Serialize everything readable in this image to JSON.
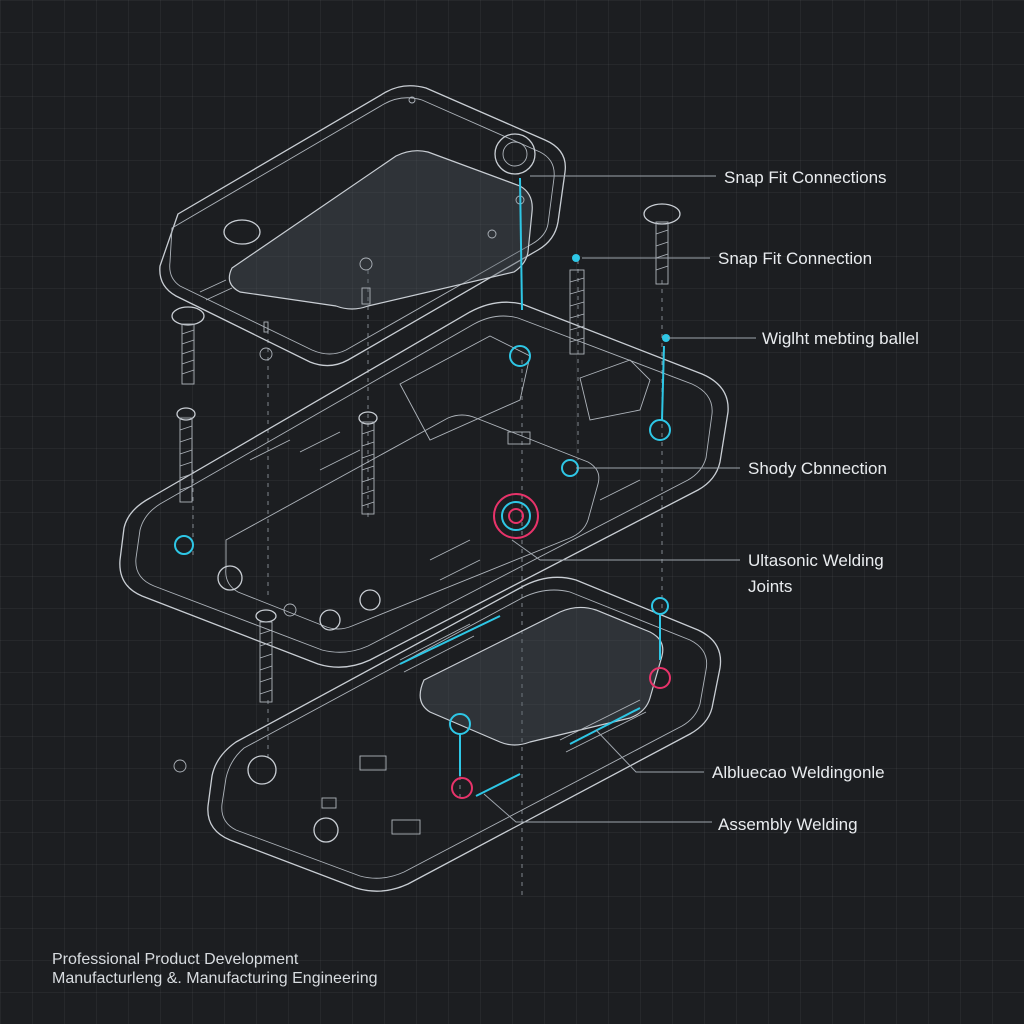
{
  "callouts": [
    {
      "id": "snap-fit-connections",
      "text": "Snap Fit Connections"
    },
    {
      "id": "snap-fit-connection",
      "text": "Snap Fit Connection"
    },
    {
      "id": "wight-mebting-ballel",
      "text": "Wiglht mebting ballel"
    },
    {
      "id": "shody-connection",
      "text": "Shody Cbnnection"
    },
    {
      "id": "ultrasonic-welding-joints",
      "text": "Ultasonic Welding\nJoints"
    },
    {
      "id": "albluecao-weldingonle",
      "text": "Albluecao Weldingonle"
    },
    {
      "id": "assembly-welding",
      "text": "Assembly Welding"
    }
  ],
  "footer": {
    "line1": "Professional Product Development",
    "line2": "Manufacturleng &. Manufacturing Engineering"
  },
  "colors": {
    "background": "#1c1e21",
    "linework": "#c9ced4",
    "accent_cyan": "#2ec7e6",
    "accent_pink": "#e8336a"
  }
}
